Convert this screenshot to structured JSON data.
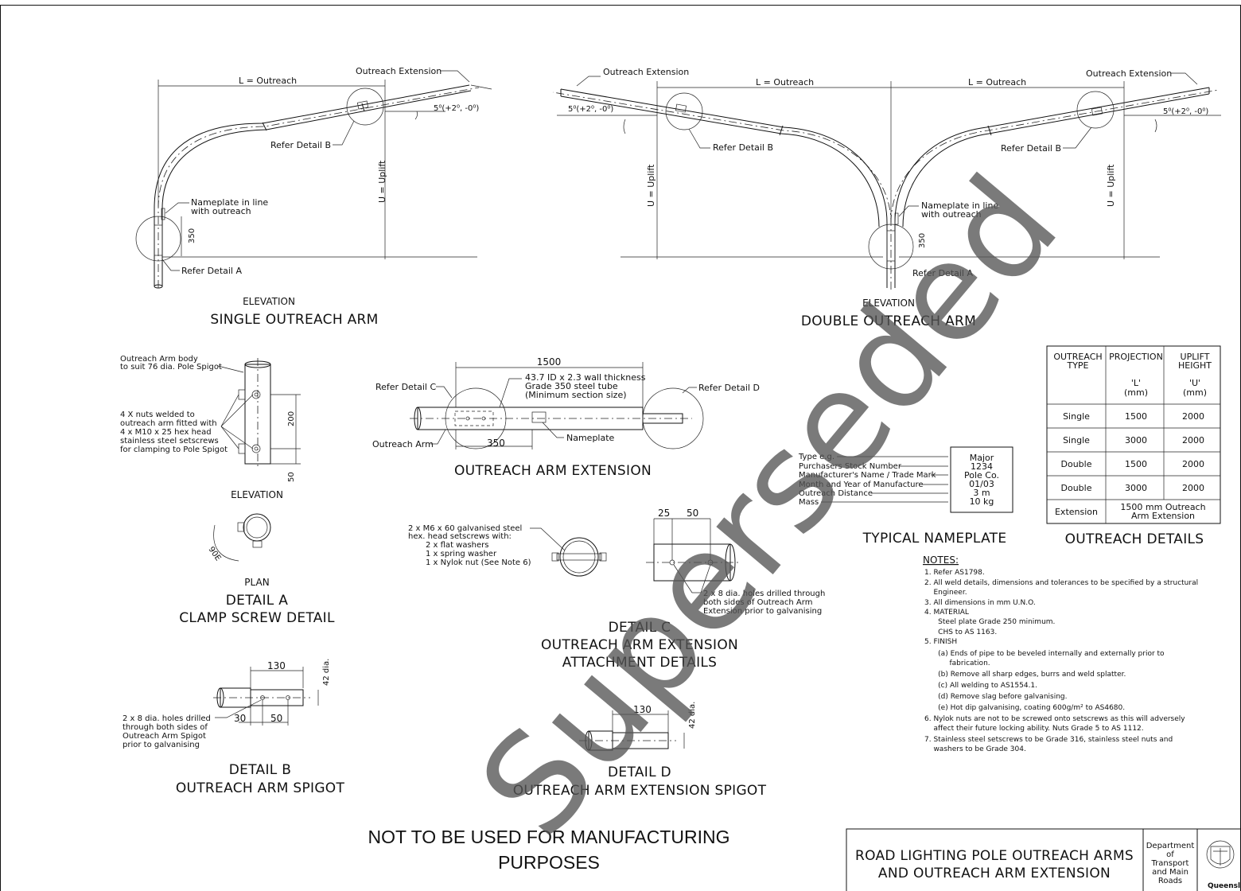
{
  "single_arm": {
    "l_outreach": "L = Outreach",
    "outreach_extension": "Outreach Extension",
    "angle": "5⁰(+2⁰, -0⁰)",
    "refer_b": "Refer Detail B",
    "uplift": "U = Uplift",
    "nameplate_l1": "Nameplate in line",
    "nameplate_l2": "with outreach",
    "dim_350": "350",
    "refer_a": "Refer Detail A",
    "caption_small": "ELEVATION",
    "caption_big": "SINGLE OUTREACH ARM"
  },
  "double_arm": {
    "outreach_extension_left": "Outreach Extension",
    "outreach_extension_right": "Outreach Extension",
    "l_outreach_left": "L = Outreach",
    "l_outreach_right": "L = Outreach",
    "angle_left": "5⁰(+2⁰, -0⁰)",
    "angle_right": "5⁰(+2⁰, -0⁰)",
    "refer_b_left": "Refer Detail B",
    "refer_b_right": "Refer Detail B",
    "uplift_left": "U = Uplift",
    "uplift_right": "U = Uplift",
    "nameplate_l1": "Nameplate in line",
    "nameplate_l2": "with outreach",
    "dim_350": "350",
    "refer_a": "Refer Detail A",
    "caption_small": "ELEVATION",
    "caption_big": "DOUBLE OUTREACH ARM"
  },
  "detail_a": {
    "body_l1": "Outreach Arm body",
    "body_l2": "to suit 76 dia. Pole Spigot",
    "nuts_l1": "4 X nuts welded to",
    "nuts_l2": "outreach arm fitted with",
    "nuts_l3": "4 x M10 x 25 hex head",
    "nuts_l4": "stainless steel setscrews",
    "nuts_l5": "for clamping to Pole Spigot",
    "dim_200": "200",
    "dim_50": "50",
    "elevation": "ELEVATION",
    "angle": "90E",
    "plan": "PLAN",
    "caption_l1": "DETAIL A",
    "caption_l2": "CLAMP SCREW DETAIL"
  },
  "extension": {
    "dim_1500": "1500",
    "spec_l1": "43.7 ID x 2.3 wall thickness",
    "spec_l2": "Grade 350 steel tube",
    "spec_l3": "(Minimum section size)",
    "refer_c": "Refer Detail C",
    "refer_d": "Refer Detail D",
    "outreach_arm": "Outreach Arm",
    "dim_350": "350",
    "nameplate": "Nameplate",
    "caption": "OUTREACH ARM EXTENSION"
  },
  "nameplate": {
    "labels": [
      "Type e.g.",
      "Purchasers Stock Number",
      "Manufacturer's Name / Trade Mark",
      "Month and Year of Manufacture",
      "Outreach Distance",
      "Mass"
    ],
    "values": [
      "Major",
      "1234",
      "Pole Co.",
      "01/03",
      "3 m",
      "10 kg"
    ],
    "caption": "TYPICAL NAMEPLATE"
  },
  "outreach_table": {
    "headers": [
      {
        "l1": "OUTREACH",
        "l2": "TYPE",
        "l3": "",
        "l4": ""
      },
      {
        "l1": "PROJECTION",
        "l2": "",
        "l3": "'L'",
        "l4": "(mm)"
      },
      {
        "l1": "UPLIFT",
        "l2": "HEIGHT",
        "l3": "'U'",
        "l4": "(mm)"
      }
    ],
    "rows": [
      [
        "Single",
        "1500",
        "2000"
      ],
      [
        "Single",
        "3000",
        "2000"
      ],
      [
        "Double",
        "1500",
        "2000"
      ],
      [
        "Double",
        "3000",
        "2000"
      ]
    ],
    "extension_row": {
      "type": "Extension",
      "value_l1": "1500 mm Outreach",
      "value_l2": "Arm Extension"
    },
    "caption": "OUTREACH DETAILS"
  },
  "detail_c": {
    "screws_l1": "2 x M6 x 60 galvanised steel",
    "screws_l2": "hex. head setscrews with:",
    "screws_l3": "2 x flat washers",
    "screws_l4": "1 x spring washer",
    "screws_l5": "1 x Nylok nut (See Note 6)",
    "dim_25": "25",
    "dim_50": "50",
    "holes_l1": "2 x 8 dia. holes drilled through",
    "holes_l2": "both sides of Outreach Arm",
    "holes_l3": "Extension prior to galvanising",
    "caption_l1": "DETAIL C",
    "caption_l2": "OUTREACH ARM EXTENSION",
    "caption_l3": "ATTACHMENT DETAILS"
  },
  "detail_b": {
    "dim_130": "130",
    "dim_42": "42 dia.",
    "dim_30": "30",
    "dim_50": "50",
    "holes_l1": "2 x 8 dia. holes drilled",
    "holes_l2": "through both sides of",
    "holes_l3": "Outreach Arm Spigot",
    "holes_l4": "prior to galvanising",
    "caption_l1": "DETAIL B",
    "caption_l2": "OUTREACH ARM SPIGOT"
  },
  "detail_d": {
    "dim_130": "130",
    "dim_42": "42 dia.",
    "caption_l1": "DETAIL D",
    "caption_l2": "OUTREACH ARM EXTENSION SPIGOT"
  },
  "notes": {
    "title": "NOTES:",
    "lines": [
      "1. Refer AS1798.",
      "2. All weld details, dimensions and tolerances to be specified by a structural",
      "    Engineer.",
      "3. All dimensions in mm U.N.O.",
      "4. MATERIAL",
      "      Steel plate Grade 250 minimum.",
      "      CHS to AS 1163.",
      "5. FINISH",
      "      (a) Ends of pipe to be beveled internally and externally prior to",
      "           fabrication.",
      "      (b) Remove all sharp edges, burrs and weld splatter.",
      "      (c) All welding to AS1554.1.",
      "      (d) Remove slag before galvanising.",
      "      (e) Hot dip galvanising, coating 600g/m² to AS4680.",
      "6. Nylok nuts are not to be screwed onto setscrews as this will adversely",
      "    affect their future locking ability. Nuts Grade 5 to AS 1112.",
      "7. Stainless steel setscrews to be Grade 316, stainless steel nuts and",
      "    washers to be Grade 304."
    ]
  },
  "warning": {
    "l1": "NOT TO BE USED FOR MANUFACTURING",
    "l2": "PURPOSES"
  },
  "title_block": {
    "title_l1": "ROAD LIGHTING POLE OUTREACH ARMS",
    "title_l2": "AND OUTREACH ARM EXTENSION",
    "dept_l1": "Department",
    "dept_l2": "of",
    "dept_l3": "Transport",
    "dept_l4": "and Main",
    "dept_l5": "Roads",
    "logo_text": "Queensland"
  },
  "watermark": "Superseded"
}
